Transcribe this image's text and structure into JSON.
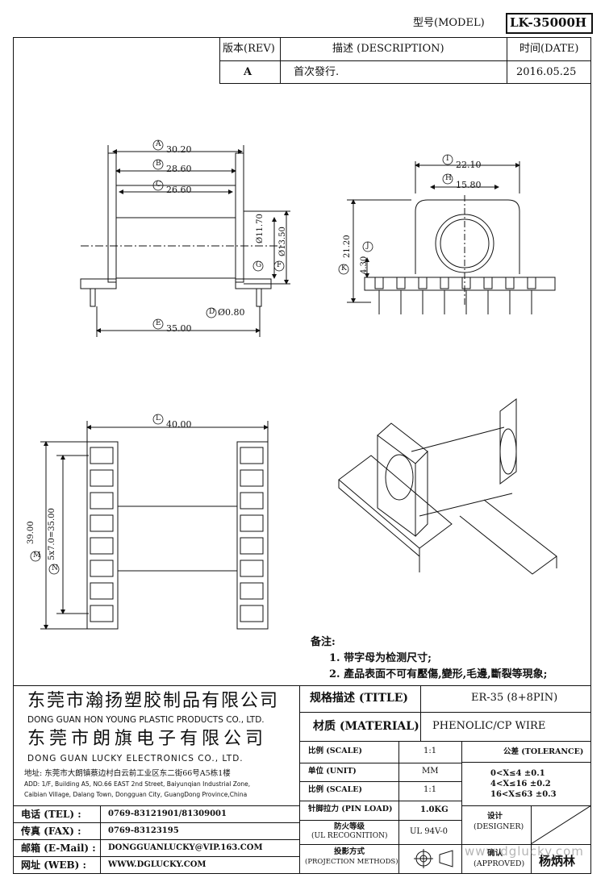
{
  "model": {
    "label": "型号(MODEL)",
    "value": "LK-35000H"
  },
  "revision": {
    "headers": {
      "rev": "版本(REV)",
      "desc": "描述 (DESCRIPTION)",
      "date": "时间(DATE)"
    },
    "row": {
      "rev": "A",
      "desc": "首次發行.",
      "date": "2016.05.25"
    }
  },
  "dims": {
    "A": "30.20",
    "B": "28.60",
    "C": "26.60",
    "D": "Ø0.80",
    "E": "35.00",
    "F": "Ø13.50",
    "G": "Ø11.70",
    "H": "15.80",
    "I": "22.10",
    "J": "4.30",
    "K": "21.20",
    "L": "40.00",
    "M": "39.00",
    "N": "5x7.0=35.00"
  },
  "callouts": {
    "A": "A",
    "B": "B",
    "C": "C",
    "D": "D",
    "E": "E",
    "F": "F",
    "G": "G",
    "H": "H",
    "I": "I",
    "J": "J",
    "K": "K",
    "L": "L",
    "M": "M",
    "N": "N"
  },
  "notes": {
    "title": "备注:",
    "items": [
      "1. 带字母为检测尺寸;",
      "2. 產品表面不可有壓傷,變形,毛邊,斷裂等現象;"
    ]
  },
  "company": {
    "name1_cn": "东莞市瀚扬塑胶制品有限公司",
    "name1_en": "DONG GUAN HON YOUNG PLASTIC PRODUCTS CO., LTD.",
    "name2_cn": "东莞市朗旗电子有限公司",
    "name2_en": "DONG GUAN LUCKY ELECTRONICS CO., LTD.",
    "address_cn": "地址: 东莞市大朗镇蔡边村白云前工业区东二街66号A5栋1楼",
    "address_en1": "ADD: 1/F, Building A5, NO.66 EAST 2nd Street, Baiyunqian Industrial Zone,",
    "address_en2": "Caibian Village, Dalang Town, Dongguan City, GuangDong Province,China"
  },
  "contacts": [
    {
      "label": "电话 (TEL) :",
      "value": "0769-83121901/81309001"
    },
    {
      "label": "传真 (FAX) :",
      "value": "0769-83123195"
    },
    {
      "label": "邮箱 (E-Mail) :",
      "value": "DONGGUANLUCKY@VIP.163.COM"
    },
    {
      "label": "网址 (WEB) :",
      "value": "WWW.DGLUCKY.COM"
    }
  ],
  "spec": {
    "title_label": "规格描述 (TITLE)",
    "title_value": "ER-35 (8+8PIN)",
    "material_label": "材质 (MATERIAL)",
    "material_value": "PHENOLIC/CP WIRE",
    "rows": [
      {
        "label": "比例 (SCALE)",
        "value": "1:1"
      },
      {
        "label": "单位 (UNIT)",
        "value": "MM"
      },
      {
        "label": "比例 (SCALE)",
        "value": "1:1"
      },
      {
        "label": "针脚拉力 (PIN LOAD)",
        "value": "1.0KG"
      }
    ],
    "fire_label1": "防火等级",
    "fire_label2": "(UL RECOGNITION)",
    "fire_value": "UL 94V-0",
    "proj_label1": "投影方式",
    "proj_label2": "(PROJECTION METHODS)",
    "tolerance_label": "公差 (TOLERANCE)",
    "tolerance": [
      "0<X≤4  ±0.1",
      "4<X≤16  ±0.2",
      "16<X≤63 ±0.3"
    ],
    "designer_label1": "设计",
    "designer_label2": "(DESIGNER)",
    "approved_label1": "确认",
    "approved_label2": "(APPROVED)",
    "approved_value": "杨炳林"
  },
  "watermark": "www.dglucky.com"
}
